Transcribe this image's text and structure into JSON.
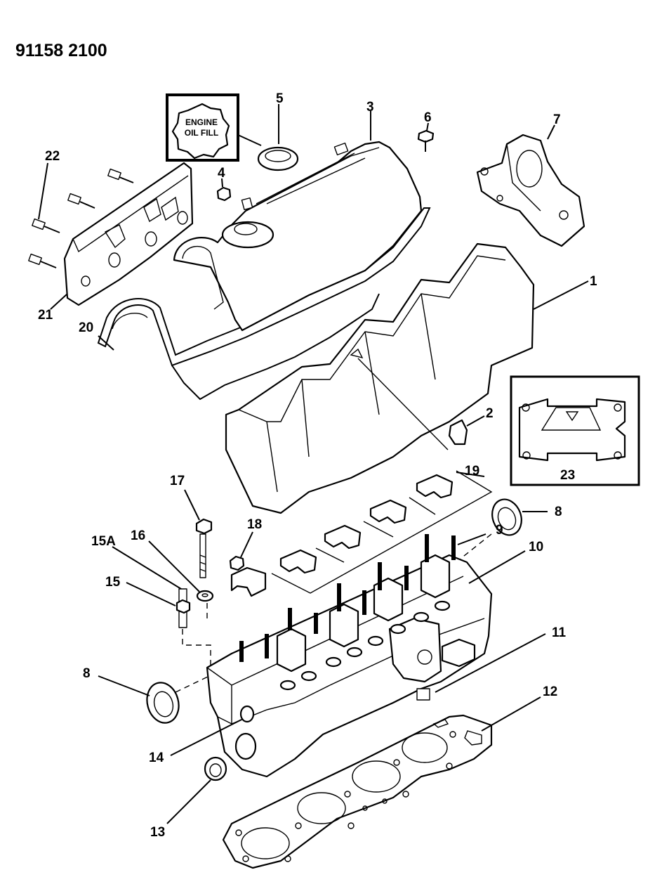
{
  "drawing_code": "91158 2100",
  "callouts": {
    "c1": "1",
    "c2": "2",
    "c3": "3",
    "c4": "4",
    "c5": "5",
    "c6": "6",
    "c7": "7",
    "c8a": "8",
    "c8b": "8",
    "c9": "9",
    "c10": "10",
    "c11": "11",
    "c12": "12",
    "c13": "13",
    "c14": "14",
    "c15": "15",
    "c15a": "15A",
    "c16": "16",
    "c17": "17",
    "c18": "18",
    "c19": "19",
    "c20": "20",
    "c21": "21",
    "c22": "22",
    "c23": "23"
  },
  "inset_cap": {
    "line1": "ENGINE",
    "line2": "OIL FILL"
  }
}
